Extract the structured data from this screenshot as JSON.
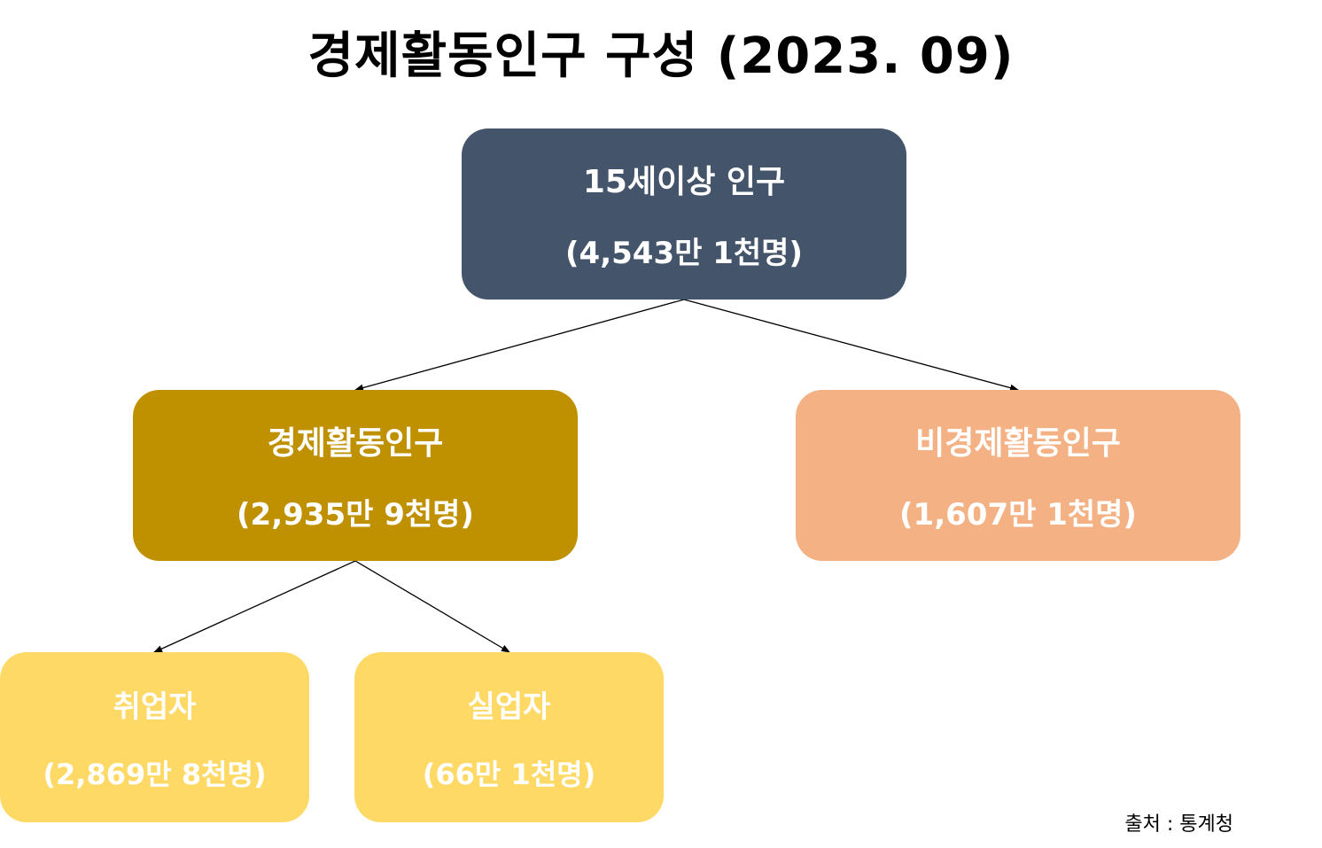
{
  "title": "경제활동인구 구성 (2023. 09)",
  "colors": {
    "root": "#44546A",
    "economically_active": "#BF9000",
    "economically_inactive": "#F4B183",
    "leaf": "#FFD966",
    "text_on_nodes": "#FFFFFF",
    "connector": "#000000"
  },
  "nodes": {
    "root": {
      "label": "15세이상 인구",
      "value": "(4,543만 1천명)"
    },
    "economically_active": {
      "label": "경제활동인구",
      "value": "(2,935만 9천명)"
    },
    "economically_inactive": {
      "label": "비경제활동인구",
      "value": "(1,607만 1천명)"
    },
    "employed": {
      "label": "취업자",
      "value": "(2,869만 8천명)"
    },
    "unemployed": {
      "label": "실업자",
      "value": "(66만 1천명)"
    }
  },
  "source": "출처 : 통계청"
}
